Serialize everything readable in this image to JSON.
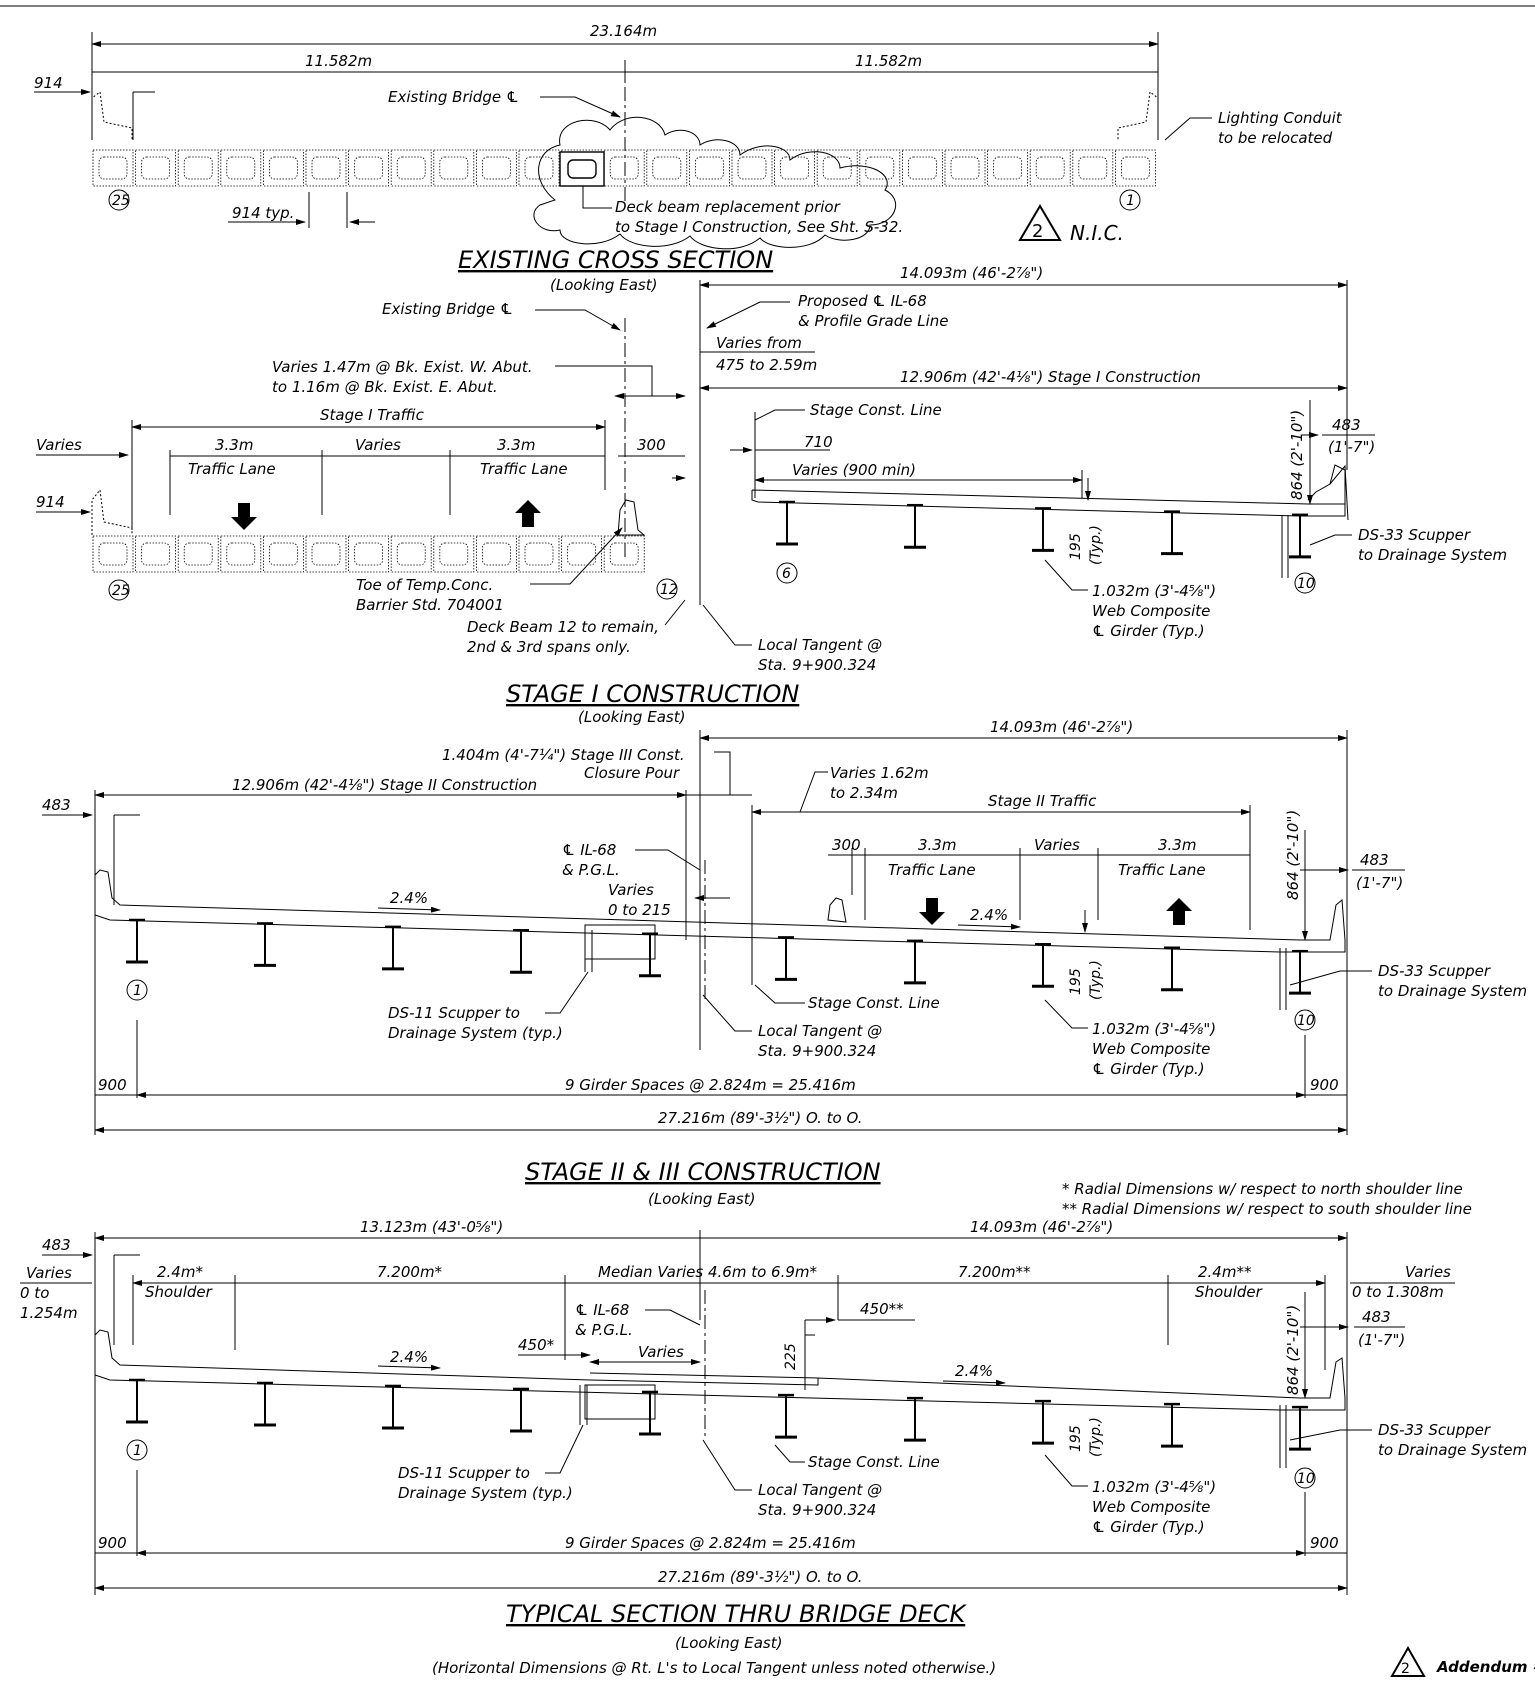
{
  "existing": {
    "title": "EXISTING CROSS SECTION",
    "subtitle": "(Looking East)",
    "overall": "23.164m",
    "half_left": "11.582m",
    "half_right": "11.582m",
    "edge": "914",
    "beam_spacing": "914 typ.",
    "bridge_cl": "Existing Bridge ℄",
    "lighting_1": "Lighting Conduit",
    "lighting_2": "to be relocated",
    "cloud_1": "Deck beam replacement prior",
    "cloud_2": "to Stage I Construction, See Sht. S-32.",
    "rev_num": "2",
    "nic": "N.I.C.",
    "beam_left": "25",
    "beam_right": "1"
  },
  "stage1": {
    "title": "STAGE I CONSTRUCTION",
    "subtitle": "(Looking East)",
    "bridge_cl": "Existing Bridge ℄",
    "varies_1": "Varies 1.47m @ Bk. Exist. W. Abut.",
    "varies_2": "to 1.16m @ Bk. Exist. E. Abut.",
    "stage_traffic": "Stage I Traffic",
    "varies_left": "Varies",
    "lane_w1": "3.3m",
    "lane_mid": "Varies",
    "lane_w2": "3.3m",
    "dim_300": "300",
    "lane_label_1": "Traffic Lane",
    "lane_label_2": "Traffic Lane",
    "edge": "914",
    "beam_left": "25",
    "beam_right": "12",
    "toe_1": "Toe of Temp.Conc.",
    "toe_2": "Barrier Std. 704001",
    "beam12_1": "Deck Beam 12 to remain,",
    "beam12_2": "2nd & 3rd spans only.",
    "new_overall": "14.093m (46'-2⅞\")",
    "proposed_1": "Proposed ℄ IL-68",
    "proposed_2": "& Profile Grade Line",
    "varies_from_1": "Varies from",
    "varies_from_2": "475 to 2.59m",
    "stage_width": "12.906m (42'-4⅛\") Stage I Construction",
    "const_line": "Stage Const. Line",
    "dim_710": "710",
    "varies_900": "Varies (900 min)",
    "dim_483": "483",
    "dim_483_ft": "(1'-7\")",
    "dim_864": "864 (2'-10\")",
    "scupper_1": "DS-33 Scupper",
    "scupper_2": "to Drainage System",
    "dim_195": "195",
    "dim_195_typ": "(Typ.)",
    "girder_1": "1.032m (3'-4⅝\")",
    "girder_2": "Web Composite",
    "girder_3": "℄ Girder (Typ.)",
    "tangent_1": "Local Tangent @",
    "tangent_2": "Sta. 9+900.324",
    "girder_left": "6",
    "girder_right": "10"
  },
  "stage2": {
    "title": "STAGE II & III CONSTRUCTION",
    "subtitle": "(Looking East)",
    "closure_1": "1.404m (4'-7¼\") Stage III Const.",
    "closure_2": "Closure Pour",
    "stage2_width": "12.906m (42'-4⅛\") Stage II Construction",
    "right_overall": "14.093m (46'-2⅞\")",
    "varies_162_1": "Varies 1.62m",
    "varies_162_2": "to 2.34m",
    "stage_traffic": "Stage II Traffic",
    "dim_483_left": "483",
    "dim_483_right": "483",
    "dim_483_ft": "(1'-7\")",
    "il68_1": "℄ IL-68",
    "il68_2": "& P.G.L.",
    "varies_0_1": "Varies",
    "varies_0_2": "0 to 215",
    "slope_left": "2.4%",
    "slope_right": "2.4%",
    "dim_300": "300",
    "lane_w1": "3.3m",
    "lane_mid": "Varies",
    "lane_w2": "3.3m",
    "lane_label_1": "Traffic Lane",
    "lane_label_2": "Traffic Lane",
    "dim_864": "864 (2'-10\")",
    "scupper_r_1": "DS-33 Scupper",
    "scupper_r_2": "to Drainage System",
    "scupper_l_1": "DS-11 Scupper to",
    "scupper_l_2": "Drainage System (typ.)",
    "const_line": "Stage Const. Line",
    "tangent_1": "Local Tangent @",
    "tangent_2": "Sta. 9+900.324",
    "dim_195": "195",
    "dim_195_typ": "(Typ.)",
    "girder_1": "1.032m (3'-4⅝\")",
    "girder_2": "Web Composite",
    "girder_3": "℄ Girder (Typ.)",
    "dim_900_left": "900",
    "dim_900_right": "900",
    "girder_spaces": "9 Girder Spaces @ 2.824m = 25.416m",
    "overall": "27.216m (89'-3½\") O. to O.",
    "girder_left": "1",
    "girder_right": "10"
  },
  "typical": {
    "title": "TYPICAL SECTION THRU BRIDGE DECK",
    "subtitle": "(Looking East)",
    "note": "(Horizontal Dimensions @ Rt. L's to Local Tangent unless noted otherwise.)",
    "radial_1": "* Radial Dimensions w/ respect to north shoulder line",
    "radial_2": "** Radial Dimensions w/ respect to south shoulder line",
    "left_overall": "13.123m (43'-0⅝\")",
    "right_overall": "14.093m (46'-2⅞\")",
    "dim_483_left": "483",
    "varies_left_1": "Varies",
    "varies_left_2": "0 to",
    "varies_left_3": "1.254m",
    "shoulder_w_left": "2.4m*",
    "shoulder_left": "Shoulder",
    "lanes_left": "7.200m*",
    "median": "Median Varies 4.6m to 6.9m*",
    "lanes_right": "7.200m**",
    "shoulder_w_right": "2.4m**",
    "shoulder_right": "Shoulder",
    "varies_right_1": "Varies",
    "varies_right_2": "0 to 1.308m",
    "dim_483_right": "483",
    "dim_483_ft": "(1'-7\")",
    "il68_1": "℄ IL-68",
    "il68_2": "& P.G.L.",
    "dim_450_left": "450*",
    "dim_450_right": "450**",
    "varies_mid": "Varies",
    "dim_225": "225",
    "slope_left": "2.4%",
    "slope_right": "2.4%",
    "dim_864": "864 (2'-10\")",
    "scupper_r_1": "DS-33 Scupper",
    "scupper_r_2": "to Drainage System",
    "scupper_l_1": "DS-11 Scupper to",
    "scupper_l_2": "Drainage System (typ.)",
    "const_line": "Stage Const. Line",
    "tangent_1": "Local Tangent @",
    "tangent_2": "Sta. 9+900.324",
    "dim_195": "195",
    "dim_195_typ": "(Typ.)",
    "girder_1": "1.032m (3'-4⅝\")",
    "girder_2": "Web Composite",
    "girder_3": "℄ Girder (Typ.)",
    "dim_900_left": "900",
    "dim_900_right": "900",
    "girder_spaces": "9 Girder Spaces @ 2.824m = 25.416m",
    "overall": "27.216m (89'-3½\") O. to O.",
    "girder_left": "1",
    "girder_right": "10"
  },
  "addendum": {
    "rev_num": "2",
    "label": "Addendum #"
  }
}
